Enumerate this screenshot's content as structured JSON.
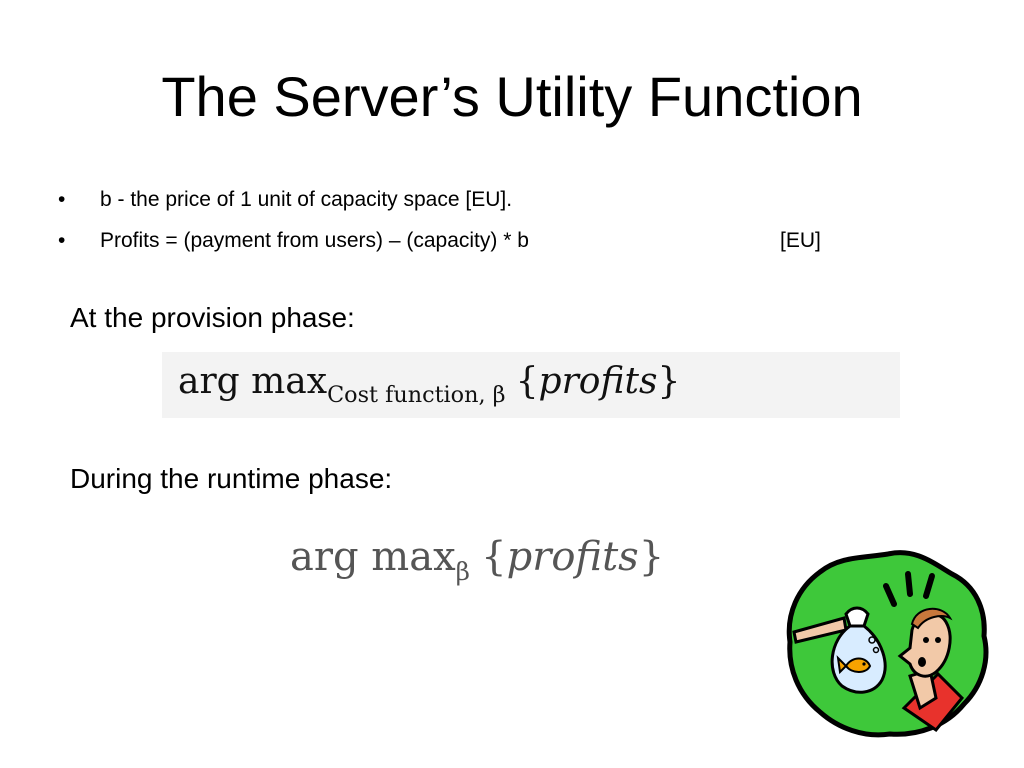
{
  "slide": {
    "title": "The Server’s Utility Function",
    "bullets": [
      {
        "marker": "•",
        "text": "b - the price of 1 unit of capacity space [EU].",
        "unit": ""
      },
      {
        "marker": "•",
        "text": "Profits = (payment from users) – (capacity) * b",
        "unit": "[EU]"
      }
    ],
    "provision": {
      "label": "At the provision phase:",
      "formula": {
        "op": "arg max",
        "sub": "Cost function, β",
        "lbrace": "{",
        "arg": "profits",
        "rbrace": "}"
      }
    },
    "runtime": {
      "label": "During the runtime phase:",
      "formula": {
        "op": "arg max",
        "sub": "β",
        "lbrace": "{",
        "arg": "profits",
        "rbrace": "}"
      }
    }
  },
  "clipart": {
    "icon": "money-bag-fish-clipart-icon",
    "background_color": "#3ec83a"
  }
}
